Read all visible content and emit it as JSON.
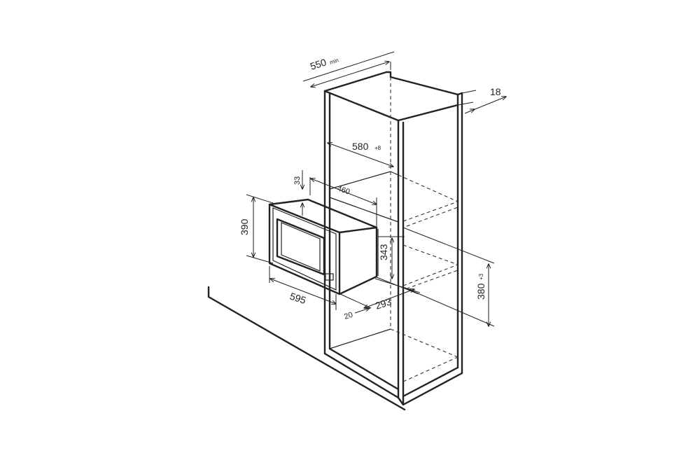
{
  "dimensions": {
    "depth_min": {
      "value": "550",
      "suffix": "min"
    },
    "top_thickness": {
      "value": "18"
    },
    "niche_width": {
      "value": "580",
      "tolerance": "+8"
    },
    "oven_depth": {
      "value": "460"
    },
    "top_gap": {
      "value": "33"
    },
    "front_height": {
      "value": "390"
    },
    "front_width": {
      "value": "595"
    },
    "front_offset": {
      "value": "20"
    },
    "box_height": {
      "value": "343"
    },
    "box_depth": {
      "value": "293"
    },
    "niche_height": {
      "value": "380",
      "tolerance": "+3"
    }
  }
}
